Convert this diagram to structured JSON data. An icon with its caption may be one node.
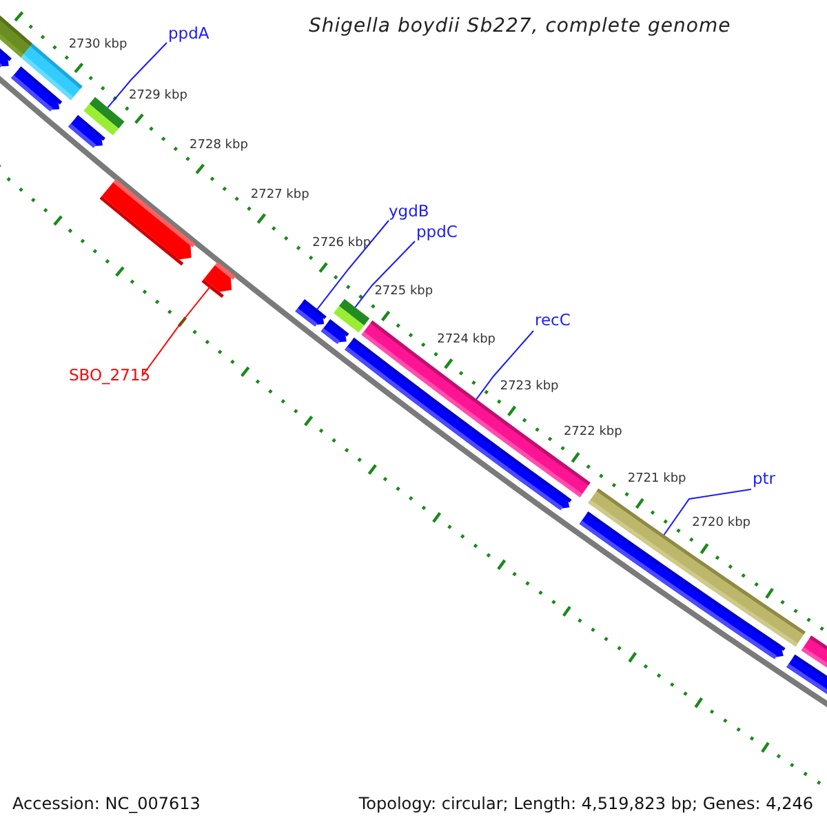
{
  "diagram": {
    "title": "Shigella boydii Sb227, complete genome",
    "nodes": [
      {
        "text": [
          "ppdA"
        ]
      },
      {
        "text": [
          "ygdB"
        ]
      },
      {
        "text": [
          "ppdC"
        ]
      },
      {
        "text": [
          "recC"
        ]
      },
      {
        "text": [
          "ptr"
        ]
      },
      {
        "text": [
          "SBO_2715"
        ]
      },
      {
        "text": [],
        "shape": "bar"
      },
      {
        "text": [],
        "shape": "pentagon"
      },
      {
        "text": [],
        "shape": "pentagon"
      },
      {
        "text": [],
        "shape": "bar"
      },
      {
        "text": [],
        "shape": "pentagon"
      },
      {
        "text": [],
        "shape": "bar"
      },
      {
        "text": [],
        "shape": "pentagon"
      },
      {
        "text": [],
        "shape": "pentagon"
      },
      {
        "text": [],
        "shape": "pentagon"
      },
      {
        "text": [],
        "shape": "pentagon"
      },
      {
        "text": [],
        "shape": "bar"
      },
      {
        "text": [],
        "shape": "pentagon"
      },
      {
        "text": [],
        "shape": "bar"
      },
      {
        "text": [],
        "shape": "pentagon"
      },
      {
        "text": [],
        "shape": "bar"
      },
      {
        "text": [],
        "shape": "pentagon"
      },
      {
        "text": [],
        "shape": "bar"
      }
    ],
    "edges": [
      {
        "from": 0,
        "to": 11,
        "arrow": "none"
      },
      {
        "from": 5,
        "to": 13,
        "arrow": "none",
        "color": "#ff0000"
      },
      {
        "from": 1,
        "to": 14,
        "arrow": "none"
      },
      {
        "from": 2,
        "to": 16,
        "arrow": "none"
      },
      {
        "from": 3,
        "to": 18,
        "arrow": "none"
      },
      {
        "from": 4,
        "to": 20,
        "arrow": "none"
      }
    ],
    "labels": [
      "2730 kbp",
      "2729 kbp",
      "2728 kbp",
      "2727 kbp",
      "2726 kbp",
      "2725 kbp",
      "2724 kbp",
      "2723 kbp",
      "2722 kbp",
      "2721 kbp",
      "2720 kbp",
      "Accession: NC_007613",
      "Topology: circular; Length: 4,519,823 bp; Genes: 4,246"
    ]
  }
}
